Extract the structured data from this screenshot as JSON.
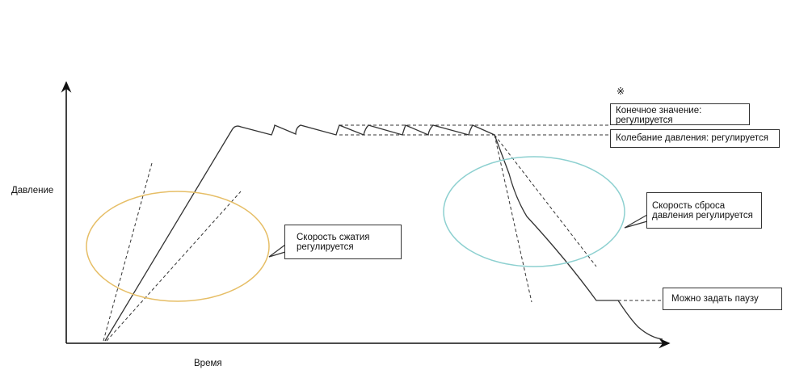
{
  "axes": {
    "y_label": "Давление",
    "x_label": "Время"
  },
  "note_mark": "※",
  "callouts": {
    "final_value": "Конечное значение: регулируется",
    "pressure_fluctuation": "Колебание давления: регулируется",
    "compression_speed": "Скорость сжатия регулируется",
    "release_speed": "Скорость сброса давления  регулируется",
    "pause": "Можно задать паузу"
  },
  "colors": {
    "compression_ellipse": "#e6be66",
    "release_ellipse": "#8dd0d0",
    "line": "#333333"
  }
}
